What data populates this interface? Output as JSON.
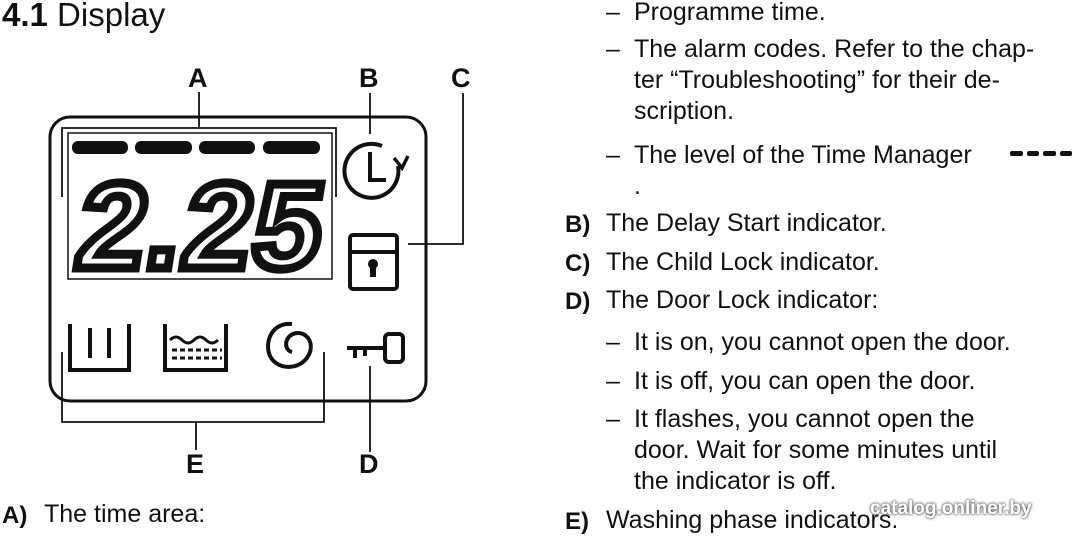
{
  "section": {
    "number": "4.1",
    "title": "Display"
  },
  "diagram": {
    "labels": {
      "a": "A",
      "b": "B",
      "c": "C",
      "d": "D",
      "e": "E"
    },
    "time_readout": "2.25"
  },
  "list_items": {
    "a": {
      "key": "A)",
      "text": "The time area:"
    },
    "a_sub": [
      {
        "dash": "–",
        "lines": [
          "Programme time."
        ]
      },
      {
        "dash": "–",
        "lines": [
          "The alarm codes. Refer to the chap-",
          "ter “Troubleshooting” for their de-",
          "scription."
        ]
      },
      {
        "dash": "–",
        "lines": [
          "The level of the Time Manager",
          "."
        ]
      }
    ],
    "b": {
      "key": "B)",
      "text": "The Delay Start indicator."
    },
    "c": {
      "key": "C)",
      "text": "The Child Lock indicator."
    },
    "d": {
      "key": "D)",
      "text": "The Door Lock indicator:"
    },
    "d_sub": [
      {
        "dash": "–",
        "lines": [
          "It is on, you cannot open the door."
        ]
      },
      {
        "dash": "–",
        "lines": [
          "It is off, you can open the door."
        ]
      },
      {
        "dash": "–",
        "lines": [
          "It flashes, you cannot open the",
          "door. Wait for some minutes until",
          "the indicator is off."
        ]
      }
    ],
    "e": {
      "key": "E)",
      "text": "Washing phase indicators."
    }
  },
  "watermark": "catalog.onliner.by",
  "icons": [
    "delay-start-clock-icon",
    "child-lock-icon",
    "door-lock-key-icon",
    "prewash-tub-icon",
    "wash-tub-icon",
    "spin-spiral-icon"
  ]
}
